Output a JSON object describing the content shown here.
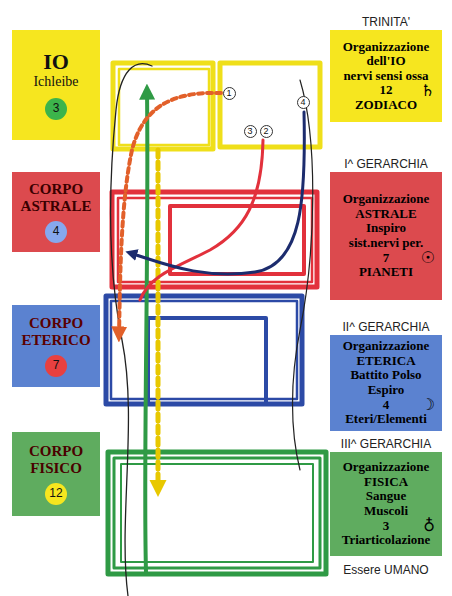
{
  "diagram": {
    "nodes": [
      {
        "text": [
          "IO",
          "Ichleibe"
        ]
      },
      {
        "text": [
          "3"
        ],
        "in": 0
      },
      {
        "text": [
          "Organizzazione dell'IO",
          "nervi sensi ossa",
          "12",
          "♄",
          "ZODIACO"
        ]
      },
      {
        "text": [
          "CORPO ASTRALE"
        ]
      },
      {
        "text": [
          "4"
        ],
        "in": 3
      },
      {
        "text": [
          "Organizzazione ASTRALE",
          "Inspiro",
          "sist.nervi per.",
          "7",
          "☉",
          "PIANETI"
        ]
      },
      {
        "text": [
          "CORPO ETERICO"
        ]
      },
      {
        "text": [
          "7"
        ],
        "in": 6
      },
      {
        "text": [
          "Organizzazione ETERICA",
          "Battito Polso",
          "Espiro",
          "4",
          "☽",
          "Eteri/Elementi"
        ]
      },
      {
        "text": [
          "CORPO FISICO"
        ]
      },
      {
        "text": [
          "12"
        ],
        "in": 9
      },
      {
        "text": [
          "Organizzazione FISICA",
          "Sangue",
          "Muscoli",
          "3",
          "♁",
          "Triarticolazione"
        ]
      }
    ],
    "labels": [
      "TRINITA'",
      "1",
      "4",
      "3",
      "2",
      "I^ GERARCHIA",
      "II^ GERARCHIA",
      "III^ GERARCHIA",
      "Essere UMANO"
    ]
  }
}
